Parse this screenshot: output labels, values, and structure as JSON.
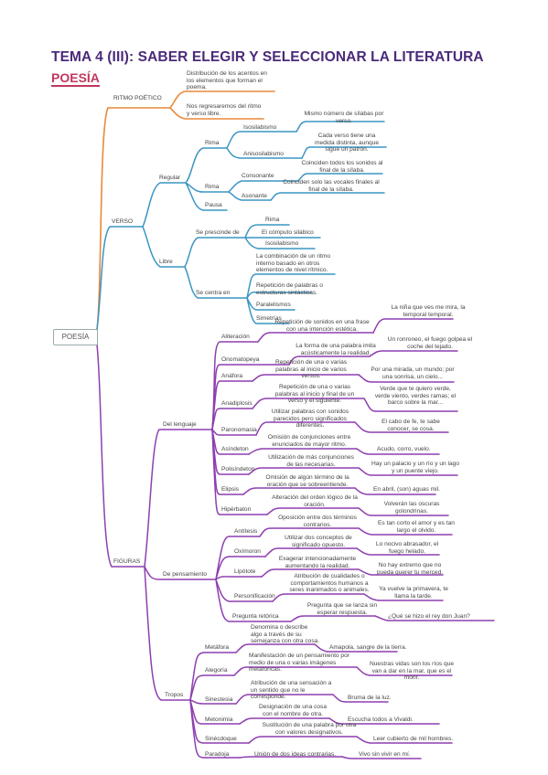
{
  "title": "TEMA 4 (III): SABER ELEGIR Y SELECCIONAR LA LITERATURA",
  "subtitle": "POESÍA",
  "root": "POESÍA",
  "colors": {
    "title": "#4a2a7a",
    "subtitle": "#c0385d",
    "ritmo": "#e8893a",
    "verso": "#3a95c4",
    "figuras": "#8e3fb0"
  },
  "ritmo": {
    "label": "RITMO POÉTICO",
    "items": [
      "Distribución de los acentos en los elementos que forman el poema.",
      "Nos regresaremos del ritmo y verso libre."
    ]
  },
  "verso": {
    "label": "VERSO",
    "regular": {
      "label": "Regular",
      "rima": {
        "label": "Rima",
        "isosilabismo": {
          "label": "Isosilabismo",
          "desc": "Mismo número de sílabas por verso."
        },
        "anisosilabismo": {
          "label": "Anisosilabismo",
          "desc": "Cada verso tiene una medida distinta, aunque sigue un patrón."
        }
      },
      "rima2": {
        "label": "Rima",
        "consonante": {
          "label": "Consonante",
          "desc": "Coinciden todos los sonidos al final de la sílaba."
        },
        "asonante": {
          "label": "Asonante",
          "desc": "Coinciden solo las vocales finales al final de la sílaba."
        }
      },
      "pausa": "Pausa"
    },
    "libre": {
      "label": "Libre",
      "prescinde": {
        "label": "Se prescinde de",
        "items": [
          "Rima",
          "El cómputo silábico",
          "Isosilabismo"
        ]
      },
      "centra": {
        "label": "Se centra en",
        "items": [
          "La combinación de un ritmo interno basado en otros elementos de nivel rítmico.",
          "Repetición de palabras o estructuras sintácticas.",
          "Paralelismos",
          "Simetrías"
        ]
      }
    }
  },
  "figuras": {
    "label": "FIGURAS",
    "lenguaje": {
      "label": "Del lenguaje",
      "items": [
        {
          "name": "Aliteración",
          "desc": "Repetición de sonidos en una frase con una intención estética.",
          "example": "La niña que ves me mira, la temporal temporal."
        },
        {
          "name": "Onomatopeya",
          "desc": "La forma de una palabra imita acústicamente la realidad.",
          "example": "Un ronroneo, el fuego golpea el coche del tejado."
        },
        {
          "name": "Anáfora",
          "desc": "Repetición de una o varias palabras al inicio de varios versos.",
          "example": "Por una mirada, un mundo; por una sonrisa, un cielo..."
        },
        {
          "name": "Anadiplosis",
          "desc": "Repetición de una o varias palabras al inicio y final de un verso y el siguiente.",
          "example": "Verde que te quiero verde, verde viento, verdes ramas; el barco sobre la mar..."
        },
        {
          "name": "Paronomasia",
          "desc": "Utilizar palabras con sonidos parecidos pero significados diferentes.",
          "example": "El cabo de fe, te sabe conocer, se cosa."
        },
        {
          "name": "Asíndeton",
          "desc": "Omisión de conjunciones entre enunciados de mayor ritmo.",
          "example": "Acudo, corro, vuelo."
        },
        {
          "name": "Polisíndeton",
          "desc": "Utilización de más conjunciones de las necesarias.",
          "example": "Hay un palacio y un río y un lago y un puente viejo."
        },
        {
          "name": "Elipsis",
          "desc": "Omisión de algún término de la oración que se sobreentiende.",
          "example": "En abril, (son) aguas mil."
        },
        {
          "name": "Hipérbaton",
          "desc": "Alteración del orden lógico de la oración.",
          "example": "Volverán las oscuras golondrinas."
        }
      ]
    },
    "pensamiento": {
      "label": "De pensamiento",
      "items": [
        {
          "name": "Antítesis",
          "desc": "Oposición entre dos términos contrarios.",
          "example": "Es tan corto el amor y es tan largo el olvido."
        },
        {
          "name": "Oxímoron",
          "desc": "Utilizar dos conceptos de significado opuesto.",
          "example": "Lo nocivo abrasador, el fuego helado."
        },
        {
          "name": "Lipótote",
          "desc": "Exagerar intencionadamente aumentando la realidad.",
          "example": "No hay extremo que no pueda querer tu merced."
        },
        {
          "name": "Personificación",
          "desc": "Atribución de cualidades o comportamientos humanos a seres inanimados o animales.",
          "example": "Ya vuelve la primavera, te llama la tarde."
        },
        {
          "name": "Pregunta retórica",
          "desc": "Pregunta que se lanza sin esperar respuesta.",
          "example": "¿Qué se hizo el rey don Juan?"
        }
      ]
    },
    "tropos": {
      "label": "Tropos",
      "items": [
        {
          "name": "Metáfora",
          "desc": "Denomina o describe algo a través de su semejanza con otra cosa.",
          "example": "Amapola, sangre de la tierra."
        },
        {
          "name": "Alegoría",
          "desc": "Manifestación de un pensamiento por medio de una o varias imágenes metafóricas.",
          "example": "Nuestras vidas son los ríos que van a dar en la mar, que es el morir."
        },
        {
          "name": "Sinestesia",
          "desc": "Atribución de una sensación a un sentido que no le corresponde.",
          "example": "Bruma de la luz."
        },
        {
          "name": "Metonimia",
          "desc": "Designación de una cosa con el nombre de otra.",
          "example": "Escucha todos a Vivaldi."
        },
        {
          "name": "Sinécdoque",
          "desc": "Sustitución de una palabra por otra con valores designativos.",
          "example": "Leer cubierto de mil hombres."
        },
        {
          "name": "Paradoja",
          "desc": "Unión de dos ideas contrarias.",
          "example": "Vivo sin vivir en mí."
        }
      ]
    }
  }
}
